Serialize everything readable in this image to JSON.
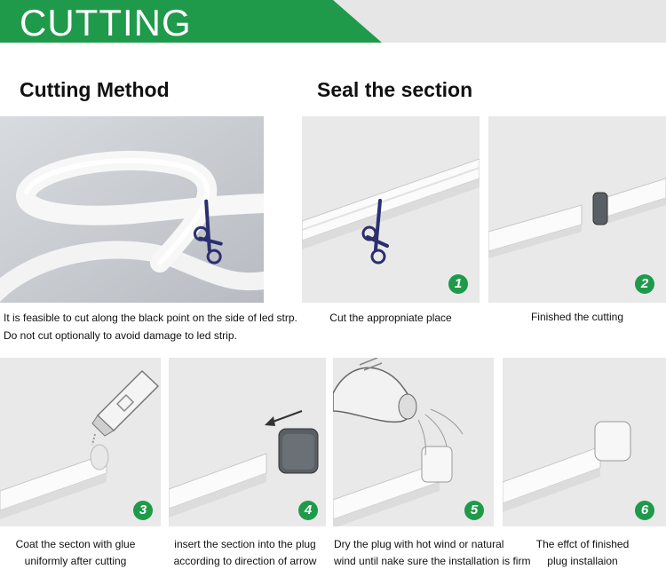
{
  "banner": {
    "title": "CUTTING",
    "color": "#1f9a4b"
  },
  "headings": {
    "cutting_method": "Cutting Method",
    "seal_section": "Seal the section"
  },
  "cutting_method": {
    "caption_lines": [
      "It is feasible to cut along the black point on the side of led strp.",
      "Do not cut optionally to avoid damage to led strip."
    ]
  },
  "steps": [
    {
      "number": "1",
      "caption_lines": [
        "Cut the appropniate place"
      ]
    },
    {
      "number": "2",
      "caption_lines": [
        "Finished the cutting"
      ]
    },
    {
      "number": "3",
      "caption_lines": [
        "Coat the secton with glue",
        "uniformly after cutting"
      ]
    },
    {
      "number": "4",
      "caption_lines": [
        "insert the section into the plug",
        "according to direction of arrow"
      ]
    },
    {
      "number": "5",
      "caption_lines": [
        "Dry the plug with hot wind or natural",
        "wind until nake sure the installation is firm"
      ]
    },
    {
      "number": "6",
      "caption_lines": [
        "The effct of finished",
        "plug installaion"
      ]
    }
  ],
  "icons": [
    "scissors-icon",
    "scissors-icon",
    "glue-tube-icon",
    "arrow-left-icon",
    "heat-gun-icon"
  ],
  "colors": {
    "badge": "#1f9a4b",
    "panel_bg": "#e9e9e9",
    "photo_bg": "#c9cdd2",
    "strip_fill": "#f6f6f6",
    "cap_fill": "#5a5f66"
  }
}
